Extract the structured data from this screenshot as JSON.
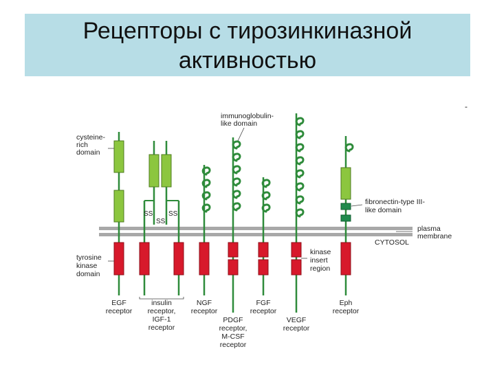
{
  "title": {
    "line1": "Рецепторы с тирозинкиназной",
    "line2": "активностью"
  },
  "corner_mark": "-",
  "colors": {
    "title_bg": "#b7dde6",
    "stem": "#2e8b3a",
    "cysteine_domain": "#8cc63f",
    "kinase_domain": "#d7192b",
    "fibronectin_domain": "#1f8a4c",
    "membrane": "#a8a8a8"
  },
  "diagram": {
    "labels": {
      "cysteine_rich_1": "cysteine-",
      "cysteine_rich_2": "rich",
      "cysteine_rich_3": "domain",
      "immunoglobulin_1": "immunoglobulin-",
      "immunoglobulin_2": "like domain",
      "fibronectin_1": "fibronectin-type III-",
      "fibronectin_2": "like domain",
      "plasma_1": "plasma",
      "plasma_2": "membrane",
      "cytosol": "CYTOSOL",
      "tyrosine_1": "tyrosine",
      "tyrosine_2": "kinase",
      "tyrosine_3": "domain",
      "kinase_insert_1": "kinase",
      "kinase_insert_2": "insert",
      "kinase_insert_3": "region",
      "ss_left": "SS",
      "ss_middle": "SS",
      "ss_right": "SS"
    },
    "receptors": {
      "egf_1": "EGF",
      "egf_2": "receptor",
      "insulin_1": "insulin",
      "insulin_2": "receptor,",
      "insulin_3": "IGF-1",
      "insulin_4": "receptor",
      "ngf_1": "NGF",
      "ngf_2": "receptor",
      "pdgf_1": "PDGF",
      "pdgf_2": "receptor,",
      "pdgf_3": "M-CSF",
      "pdgf_4": "receptor",
      "fgf_1": "FGF",
      "fgf_2": "receptor",
      "vegf_1": "VEGF",
      "vegf_2": "receptor",
      "eph_1": "Eph",
      "eph_2": "receptor"
    }
  }
}
